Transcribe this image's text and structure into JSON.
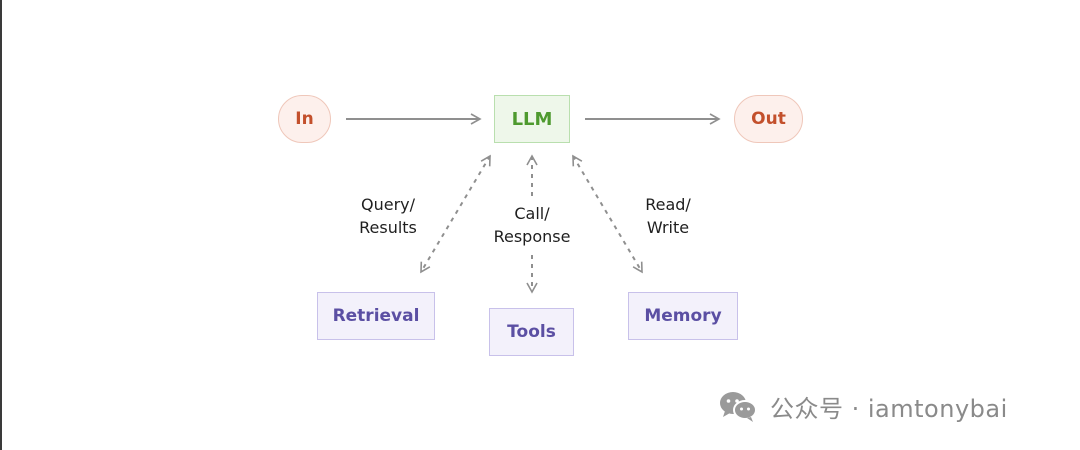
{
  "diagram": {
    "nodes": {
      "input": "In",
      "llm": "LLM",
      "output": "Out",
      "retrieval": "Retrieval",
      "tools": "Tools",
      "memory": "Memory"
    },
    "edge_labels": {
      "query_results": [
        "Query/",
        "Results"
      ],
      "call_response": [
        "Call/",
        "Response"
      ],
      "read_write": [
        "Read/",
        "Write"
      ]
    },
    "colors": {
      "io_fill": "#fdf0ec",
      "io_text": "#c3502c",
      "llm_fill": "#eef7ea",
      "llm_text": "#4e9a2f",
      "aug_fill": "#f3f1fb",
      "aug_text": "#5b4fa3",
      "arrow": "#8f8f8f"
    }
  },
  "watermark": {
    "icon": "wechat-icon",
    "text": "公众号 · iamtonybai"
  }
}
